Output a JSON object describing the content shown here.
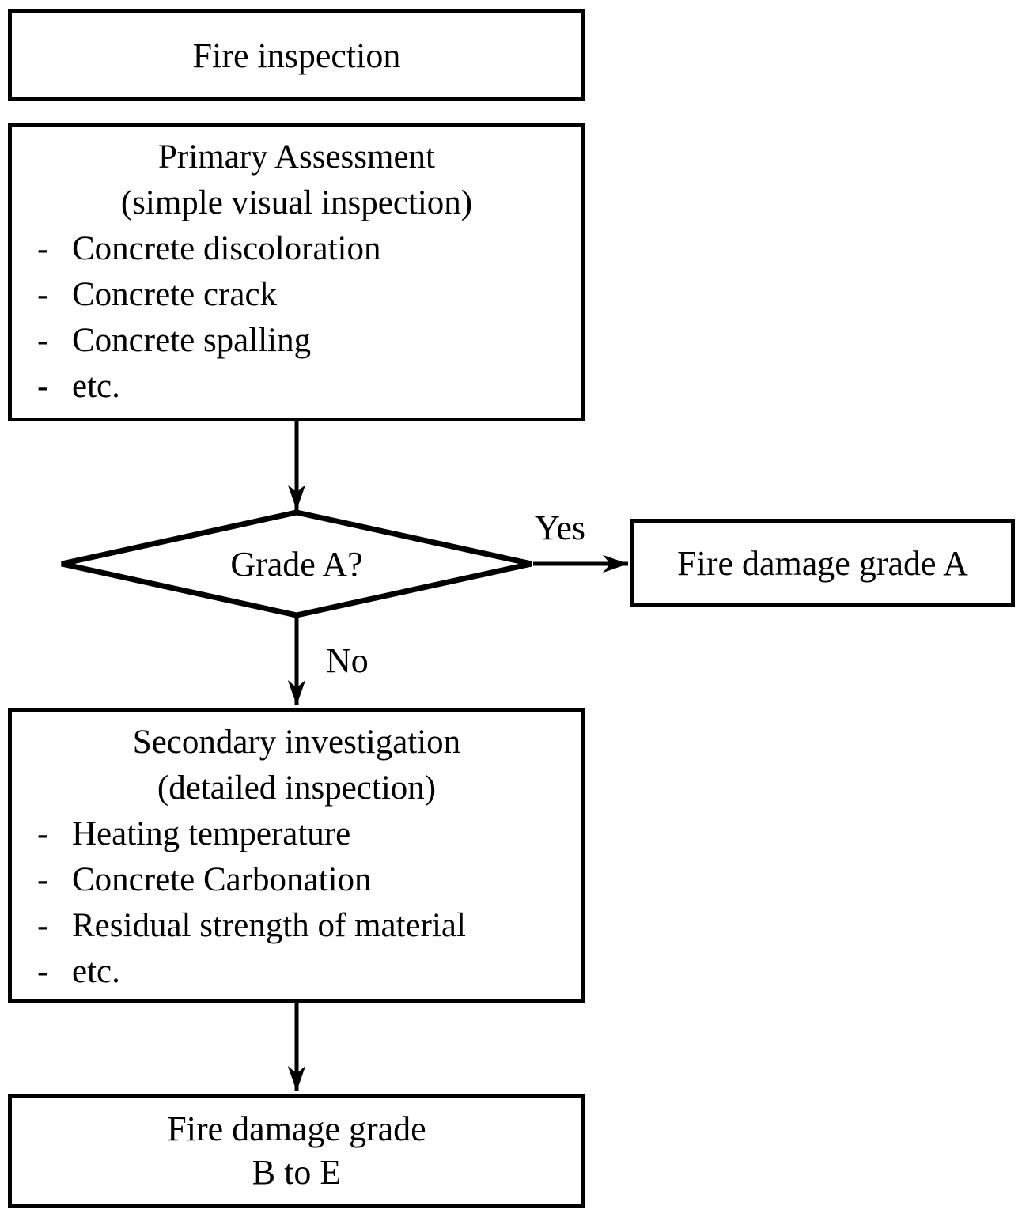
{
  "flowchart": {
    "start": {
      "label": "Fire inspection"
    },
    "primary": {
      "title": "Primary Assessment",
      "subtitle": "(simple visual inspection)",
      "bullet": "-",
      "items": [
        "Concrete discoloration",
        "Concrete crack",
        "Concrete spalling",
        "etc."
      ]
    },
    "decision": {
      "label": "Grade A?",
      "yes_label": "Yes",
      "no_label": "No"
    },
    "grade_a_result": {
      "label": "Fire damage grade A"
    },
    "secondary": {
      "title": "Secondary investigation",
      "subtitle": "(detailed inspection)",
      "bullet": "-",
      "items": [
        "Heating temperature",
        "Concrete Carbonation",
        "Residual strength of material",
        "etc."
      ]
    },
    "final_result": {
      "label_line1": "Fire damage grade",
      "label_line2": "B to E"
    }
  },
  "colors": {
    "stroke": "#000000",
    "background": "#ffffff"
  }
}
